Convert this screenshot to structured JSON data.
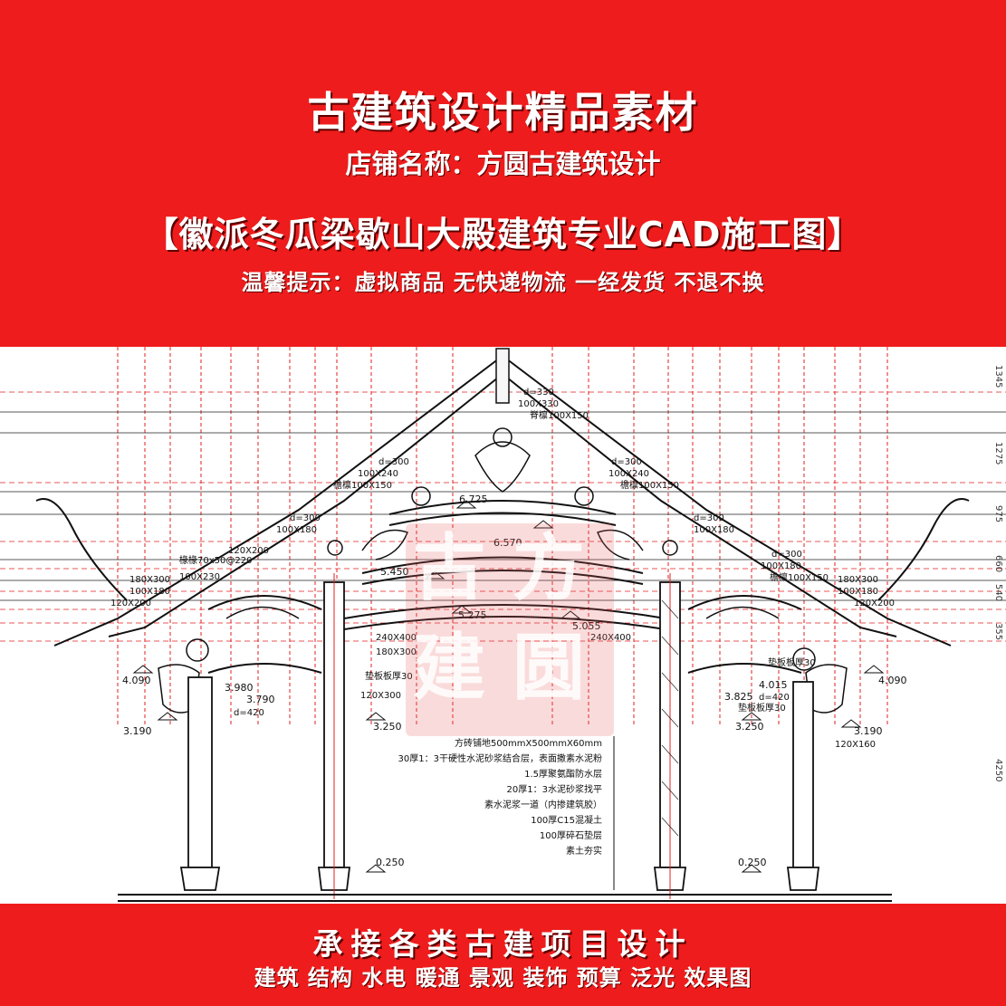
{
  "header": {
    "title": "古建筑设计精品素材",
    "shop": "店铺名称：方圆古建筑设计",
    "product": "【徽派冬瓜梁歇山大殿建筑专业CAD施工图】",
    "notice": "温馨提示：虚拟商品 无快递物流 一经发货 不退不换"
  },
  "drawing": {
    "labels": {
      "d330": "d=330",
      "d100x330": "100X330",
      "roof_purlin_top": "脊檩100X150",
      "d300_l": "d=300",
      "d100x240_l": "100X240",
      "purlin_l": "檐檩100X150",
      "d300_r": "d=300",
      "d100x240_r": "100X240",
      "purlin_r": "檐檩100X150",
      "e6725": "6.725",
      "e6570": "6.570",
      "d300_ll": "d=300",
      "d100x180_ll": "100X180",
      "d300_rr": "d=300",
      "d100x180_rr": "100X180",
      "rafter_l": "椽椽70x50@220",
      "d120x200_l": "120X200",
      "d180x300_l": "180X300",
      "d100x230_l": "100X230",
      "d100x180_l2": "100X180",
      "d120x200_l2": "120X200",
      "e5450": "5.450",
      "e5275": "5.275",
      "e5055": "5.055",
      "d240x400_l": "240X400",
      "d180x300_l2": "180X300",
      "d240x400_r": "240X400",
      "d300_r3": "d=300",
      "d100x180_r3": "100X180",
      "purlin_r3": "檐檩100X150",
      "d180x300_r": "180X300",
      "d100x180_r4": "100X180",
      "d120x200_r": "120X200",
      "board_l": "垫板板厚30",
      "e4090_l": "4.090",
      "e3980": "3.980",
      "e3790": "3.790",
      "d420_l": "d=420",
      "d120x300": "120X300",
      "board_r": "垫板板厚30",
      "e4015": "4.015",
      "e3825": "3.825",
      "d420_r": "d=420",
      "board_r2": "垫板板厚30",
      "e4090_r": "4.090",
      "e3190_l": "3.190",
      "e3250_l": "3.250",
      "e3250_r": "3.250",
      "e3190_r": "3.190",
      "d120x160": "120X160",
      "e0250_l": "0.250",
      "e0250_r": "0.250",
      "v1345": "1345",
      "v1275": "1275",
      "v975": "975",
      "v660": "660",
      "v540": "540",
      "v355": "355",
      "v4250": "4250"
    },
    "floor_layers": [
      "方砖铺地500mmX500mmX60mm",
      "30厚1：3干硬性水泥砂浆结合层，表面撒素水泥粉",
      "1.5厚聚氨酯防水层",
      "20厚1：3水泥砂浆找平",
      "素水泥浆一道（内掺建筑胶）",
      "100厚C15混凝土",
      "100厚碎石垫层",
      "素土夯实"
    ],
    "seal_chars": [
      "古",
      "方",
      "建",
      "圆"
    ]
  },
  "footer": {
    "slogan": "承接各类古建项目设计",
    "services": "建筑 结构 水电 暖通 景观 装饰 预算 泛光 效果图"
  },
  "colors": {
    "brand_red": "#ee1c1c",
    "dim_line_red": "#e02020",
    "ink": "#111111"
  }
}
